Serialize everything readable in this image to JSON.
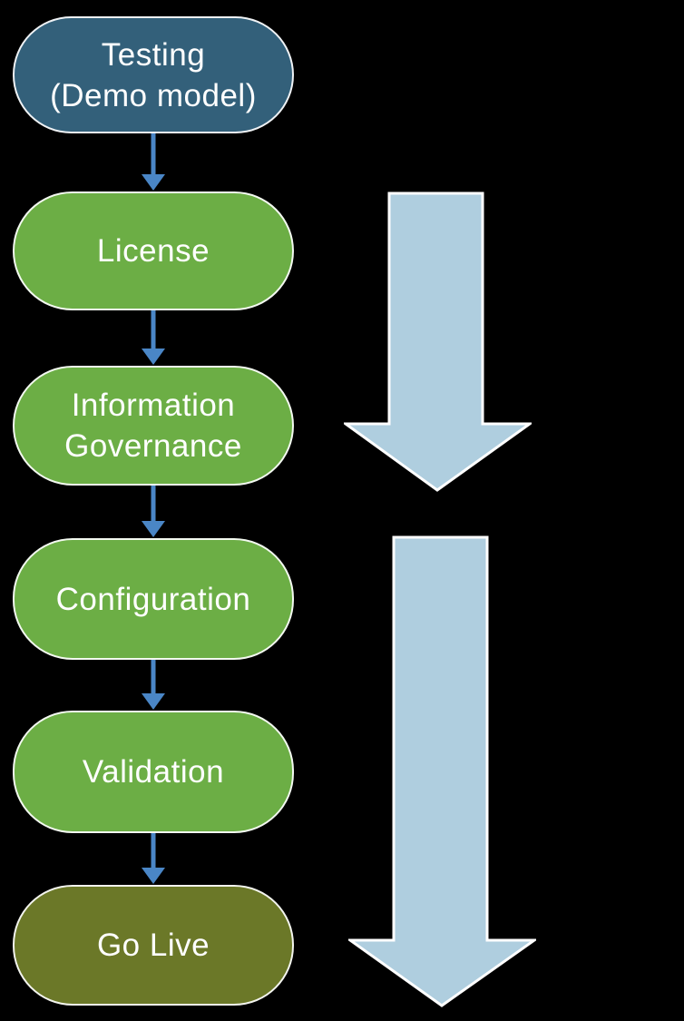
{
  "diagram": {
    "background": "#000000",
    "text_color": "#FFFFFF",
    "steps": [
      {
        "id": "testing-demo-model",
        "label": "Testing\n(Demo model)",
        "fill": "#33607A"
      },
      {
        "id": "license",
        "label": "License",
        "fill": "#6CAE45"
      },
      {
        "id": "information-governance",
        "label": "Information\nGovernance",
        "fill": "#6CAE45"
      },
      {
        "id": "configuration",
        "label": "Configuration",
        "fill": "#6CAE45"
      },
      {
        "id": "validation",
        "label": "Validation",
        "fill": "#6CAE45"
      },
      {
        "id": "go-live",
        "label": "Go Live",
        "fill": "#6B7828"
      }
    ],
    "connector": {
      "color": "#4A86C6"
    },
    "big_arrows": {
      "fill": "#AFCEDF",
      "stroke": "#FFFFFF"
    }
  }
}
